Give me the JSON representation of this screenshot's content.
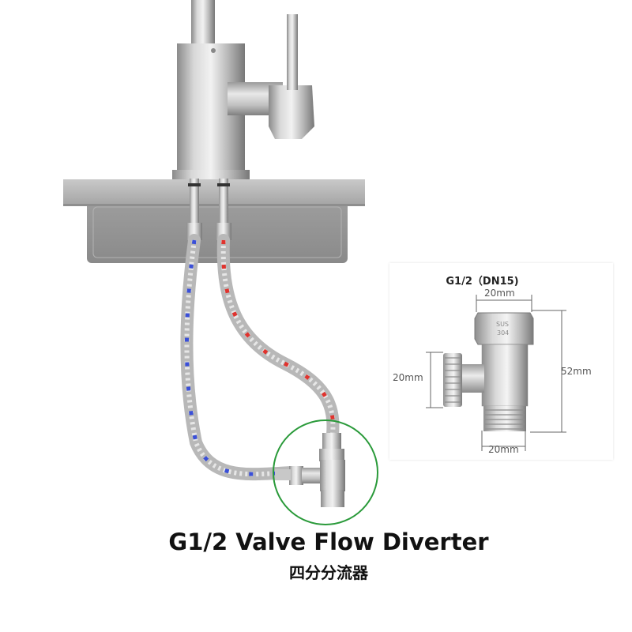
{
  "caption": {
    "title": "G1/2 Valve Flow Diverter",
    "subtitle": "四分分流器"
  },
  "inset": {
    "title": "G1/2（DN15)",
    "dim_top": "20mm",
    "dim_left": "20mm",
    "dim_right": "52mm",
    "dim_bottom": "20mm",
    "stamp_line1": "SUS",
    "stamp_line2": "304"
  },
  "colors": {
    "cold_stripe": "#3a4fd8",
    "hot_stripe": "#e0332e",
    "highlight_circle": "#2a9a3a"
  }
}
